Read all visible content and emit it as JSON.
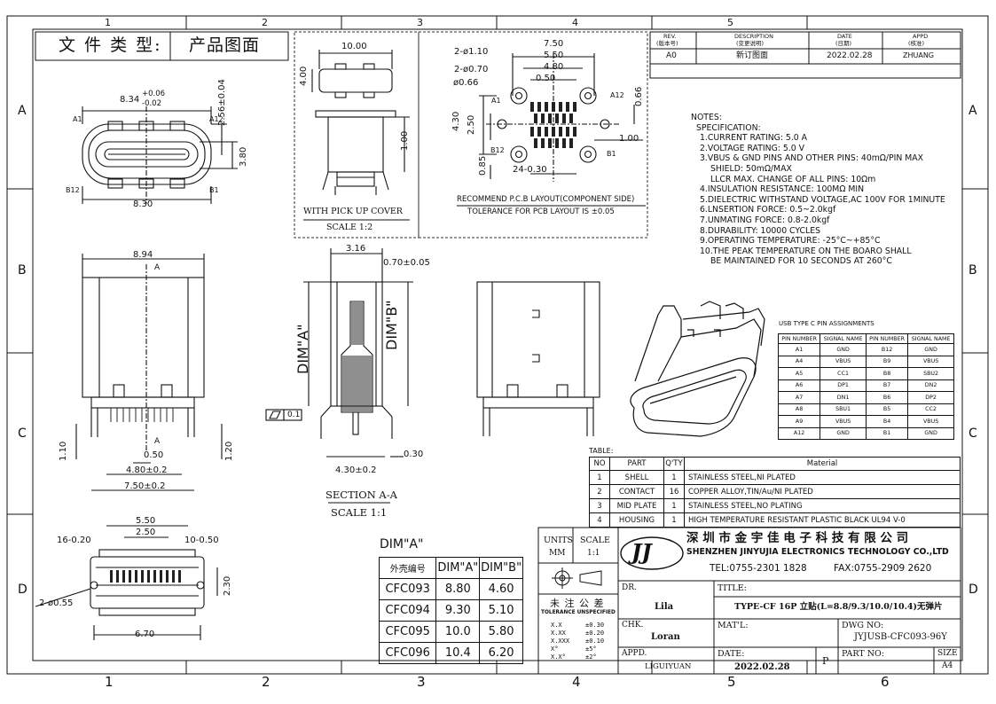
{
  "frame": {
    "col_markers": [
      "1",
      "2",
      "3",
      "4",
      "5",
      "6"
    ],
    "row_markers": [
      "A",
      "B",
      "C",
      "D"
    ]
  },
  "title_block": {
    "doc_type_label": "文 件 类 型:",
    "doc_type_value": "产品图面"
  },
  "revision": {
    "headers": {
      "rev": "REV.",
      "rev_cn": "(版本号)",
      "desc": "DESCRIPTION",
      "desc_cn": "(变更说明)",
      "date": "DATE",
      "date_cn": "(日期)",
      "appd": "APPD",
      "appd_cn": "(核准)"
    },
    "row": {
      "rev": "A0",
      "desc": "新订图面",
      "date": "2022.02.28",
      "appd": "ZHUANG"
    }
  },
  "views": {
    "front": {
      "dim_width_top": "8.34",
      "dim_width_top_tol": "+0.06",
      "dim_width_top_tol2": "-0.02",
      "dim_height": "2.56±0.04",
      "dim_inner": "3.80",
      "dim_width_bottom": "8.30",
      "pin_a1": "A1",
      "pin_a12": "A12",
      "pin_b12": "B12",
      "pin_b1": "B1"
    },
    "pickup": {
      "dim_width": "10.00",
      "dim_height": "4.00",
      "dim_side": "1.00",
      "label": "WITH PICK UP COVER",
      "scale": "SCALE 1:2"
    },
    "pcb": {
      "d1": "2-ø1.10",
      "d2": "2-ø0.70",
      "d3": "ø0.66",
      "w1": "7.50",
      "w2": "5.50",
      "w3": "4.80",
      "w4": "0.50",
      "h1": "4.30",
      "h2": "2.50",
      "h3": "0.85",
      "r1": "0.66",
      "r2": "1.00",
      "pads": "24-0.30",
      "pin_a1": "A1",
      "pin_a12": "A12",
      "pin_b12": "B12",
      "pin_b1": "B1",
      "title": "RECOMMEND P.C.B LAYOUT(COMPONENT SIDE)",
      "tolerance": "TOLERANCE FOR PCB LAYOUT IS ±0.05"
    },
    "side_left": {
      "dim_width": "8.94",
      "sec_a_top": "A",
      "sec_a_bottom": "A",
      "dim_h1": "1.10",
      "dim_h2": "1.20",
      "dim_p": "0.50",
      "dim_w1": "4.80±0.2",
      "dim_w2": "7.50±0.2"
    },
    "section": {
      "dim_top": "3.16",
      "dim_top2": "0.70±0.05",
      "dim_a": "DIM\"A\"",
      "dim_b": "DIM\"B\"",
      "flat_value": "0.1",
      "dim_bottom": "4.30±0.2",
      "dim_t": "0.30",
      "label": "SECTION A-A",
      "scale": "SCALE 1:1"
    },
    "bottom": {
      "dim_w1": "5.50",
      "dim_w2": "2.50",
      "dim_l": "16-0.20",
      "dim_r": "10-0.50",
      "dim_h": "2.30",
      "dim_hole": "2-ø0.55",
      "dim_w3": "6.70"
    }
  },
  "notes": {
    "lines": [
      "NOTES:",
      "SPECIFICATION:",
      "1.CURRENT RATING: 5.0 A",
      "2.VOLTAGE RATING: 5.0 V",
      "3.VBUS & GND PINS AND OTHER PINS: 40mΩ/PIN MAX",
      "SHIELD: 50mΩ/MAX",
      "LLCR MAX. CHANGE OF ALL PINS: 10Ωm",
      "4.INSULATION RESISTANCE: 100MΩ MIN",
      "5.DIELECTRIC WITHSTAND VOLTAGE,AC 100V FOR 1MINUTE",
      "6.LNSERTION FORCE: 0.5~2.0kgf",
      "7.UNMATING FORCE: 0.8-2.0kgf",
      "8.DURABILITY: 10000 CYCLES",
      "9.OPERATING TEMPERATURE: -25°C~+85°C",
      "10.THE PEAK TEMPERATURE ON THE BOARO SHALL",
      "BE MAINTAINED FOR 10 SECONDS AT 260°C"
    ]
  },
  "pin_table": {
    "title": "USB TYPE C PIN ASSIGNMENTS",
    "headers": [
      "PIN NUMBER",
      "SIGNAL NAME",
      "PIN NUMBER",
      "SIGNAL NAME"
    ],
    "rows": [
      [
        "A1",
        "GND",
        "B12",
        "GND"
      ],
      [
        "A4",
        "VBUS",
        "B9",
        "VBUS"
      ],
      [
        "A5",
        "CC1",
        "B8",
        "SBU2"
      ],
      [
        "A6",
        "DP1",
        "B7",
        "DN2"
      ],
      [
        "A7",
        "DN1",
        "B6",
        "DP2"
      ],
      [
        "A8",
        "SBU1",
        "B5",
        "CC2"
      ],
      [
        "A9",
        "VBUS",
        "B4",
        "VBUS"
      ],
      [
        "A12",
        "GND",
        "B1",
        "GND"
      ]
    ]
  },
  "material_table": {
    "caption": "TABLE:",
    "headers": [
      "NO",
      "PART",
      "Q'TY",
      "Material"
    ],
    "rows": [
      [
        "1",
        "SHELL",
        "1",
        "STAINLESS STEEL,NI PLATED"
      ],
      [
        "2",
        "CONTACT",
        "16",
        "COPPER ALLOY,TIN/Au/NI PLATED"
      ],
      [
        "3",
        "MID PLATE",
        "1",
        "STAINLESS STEEL,NO PLATING"
      ],
      [
        "4",
        "HOUSING",
        "1",
        "HIGH TEMPERATURE RESISTANT PLASTIC BLACK UL94 V-0"
      ]
    ]
  },
  "dim_table": {
    "title": "DIM\"A\"",
    "headers": [
      "外壳编号",
      "DIM\"A\"",
      "DIM\"B\""
    ],
    "rows": [
      [
        "CFC093",
        "8.80",
        "4.60"
      ],
      [
        "CFC094",
        "9.30",
        "5.10"
      ],
      [
        "CFC095",
        "10.0",
        "5.80"
      ],
      [
        "CFC096",
        "10.4",
        "6.20"
      ]
    ]
  },
  "company": {
    "logo": "JJ",
    "name_cn": "深 圳 市 金 宇 佳 电 子 科 技 有 限 公 司",
    "name_en": "SHENZHEN JINYUJIA ELECTRONICS TECHNOLOGY CO.,LTD",
    "tel": "TEL:0755-2301 1828",
    "fax": "FAX:0755-2909 2620"
  },
  "info_block": {
    "units_label": "UNITS",
    "units_value": "MM",
    "scale_label": "SCALE",
    "scale_value": "1:1",
    "tol_cn": "未 注 公 差",
    "tol_en": "TOLERANCE UNSPECIFIED",
    "tol_rows": [
      [
        "X.X",
        "±0.30"
      ],
      [
        "X.XX",
        "±0.20"
      ],
      [
        "X.XXX",
        "±0.10"
      ],
      [
        "X°",
        "±5°"
      ],
      [
        "X.X°",
        "±2°"
      ]
    ],
    "dr_label": "DR.",
    "dr_value": "Lila",
    "chk_label": "CHK.",
    "chk_value": "Loran",
    "appd_label": "APPD.",
    "appd_value": "LIGUIYUAN",
    "title_label": "TITLE:",
    "title_value": "TYPE-CF 16P 立贴(L=8.8/9.3/10.0/10.4)无弹片",
    "matl_label": "MAT'L:",
    "dwg_label": "DWG NO:",
    "dwg_value": "JYJUSB-CFC093-96Y",
    "date_label": "DATE:",
    "date_value": "2022.02.28",
    "p_label": "P",
    "part_label": "PART NO:",
    "size_label": "SIZE",
    "size_value": "A4"
  }
}
